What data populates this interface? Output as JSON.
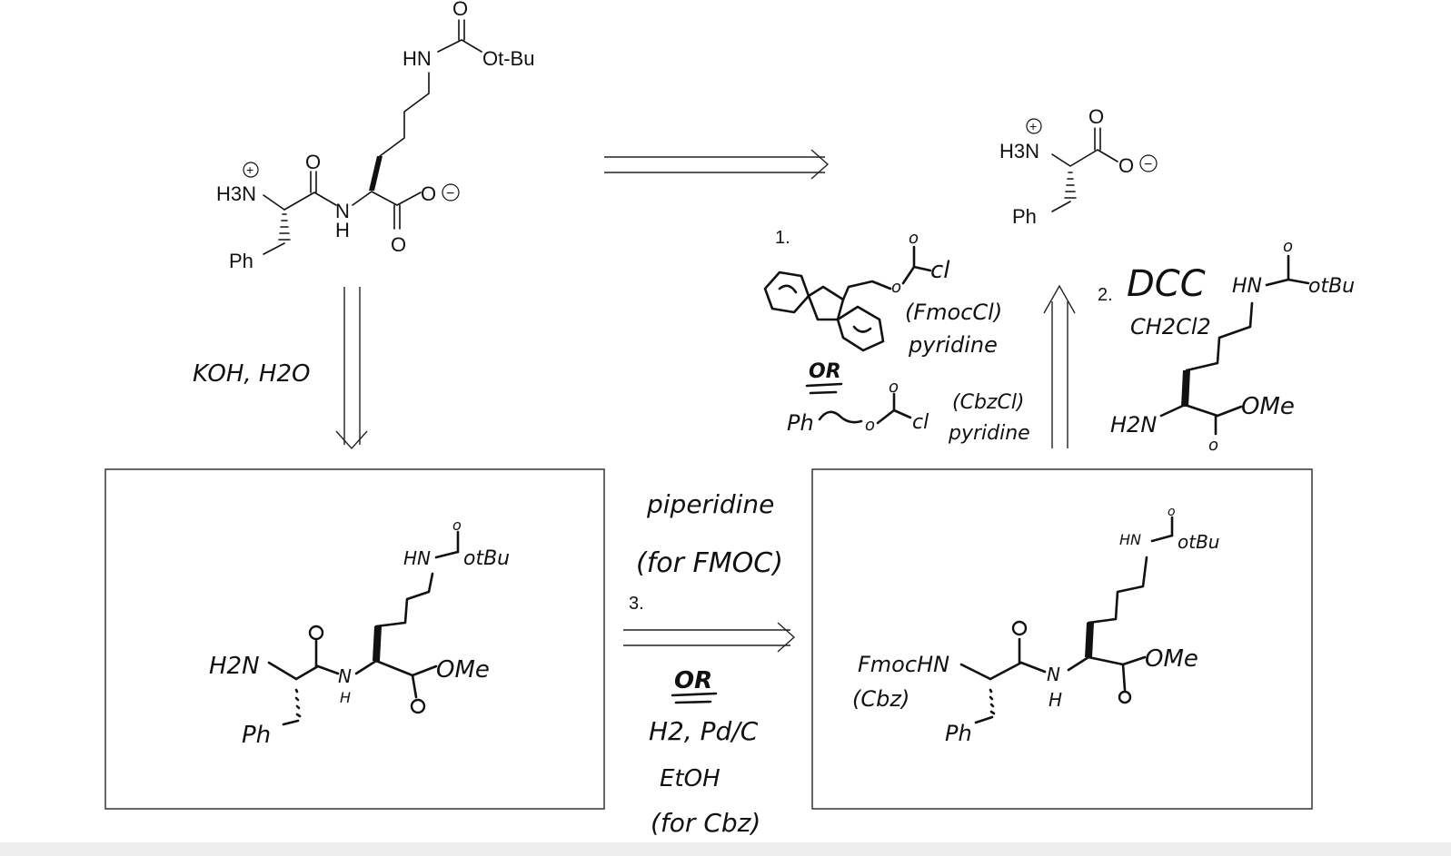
{
  "molecules": {
    "dipeptide": {
      "boc_nh": "HN",
      "boc_ot": "Ot-Bu",
      "carbonyl_o_top": "O",
      "amine": "H3N",
      "amide_o": "O",
      "amide_n": "N",
      "amide_h": "H",
      "carboxylate_o": "O",
      "carboxylate_o2": "O",
      "ph": "Ph",
      "plus": "+",
      "minus": "−"
    },
    "phenylalanine": {
      "amine": "H3N",
      "carbonyl_o": "O",
      "carboxylate_o": "O",
      "ph": "Ph",
      "plus": "+",
      "minus": "−"
    }
  },
  "annotations": {
    "step1": "1.",
    "step2": "2.",
    "step3": "3.",
    "fmoc_reagent_label": "(FmocCl)",
    "pyridine_1": "pyridine",
    "or_1": "OR",
    "cbz_reagent_label": "(CbzCl)",
    "pyridine_2": "pyridine",
    "ph_cbz": "Ph",
    "dcc": "DCC",
    "ch2cl2": "CH2Cl2",
    "lys_nh": "HN",
    "lys_otbu": "otBu",
    "lys_nh2": "H2N",
    "lys_ome": "OMe",
    "koh": "KOH, H2O",
    "piperidine": "piperidine",
    "for_fmoc": "(for FMOC)",
    "or_2": "OR",
    "h2_pdc": "H2, Pd/C",
    "etoh": "EtOH",
    "for_cbz": "(for Cbz)",
    "box1_nh2": "H2N",
    "box1_nh": "HN",
    "box1_otbu": "otBu",
    "box1_ome": "OMe",
    "box1_ph": "Ph",
    "box1_n": "N",
    "box1_h": "H",
    "box2_fmochn": "FmocHN",
    "box2_cbz": "(Cbz)",
    "box2_nh": "HN",
    "box2_otbu": "otBu",
    "box2_ome": "OMe",
    "box2_ph": "Ph",
    "box2_n": "N",
    "box2_h": "H"
  }
}
